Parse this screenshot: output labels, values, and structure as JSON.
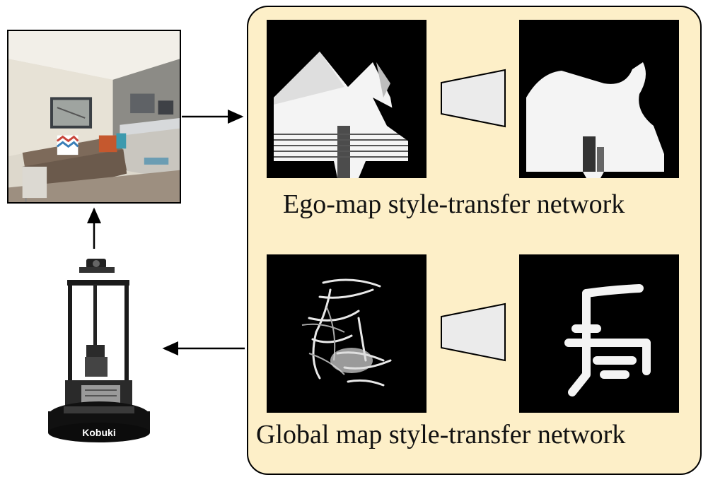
{
  "captions": {
    "ego": "Ego-map style-transfer network",
    "global": "Global map style-transfer network"
  },
  "robot_logo": "Kobuki",
  "colors": {
    "panel_fill": "#fdefc8",
    "panel_border": "#000000",
    "map_background": "#000000",
    "network_fill": "#ebebeb"
  },
  "icons": [
    "room-photo",
    "robot-image",
    "network-trapezoid-icon",
    "arrow-icon"
  ]
}
